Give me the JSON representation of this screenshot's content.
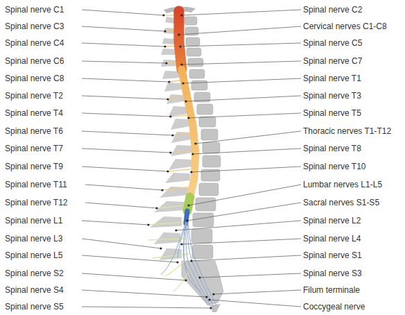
{
  "diagram": {
    "labels": [
      "Spinal nerve C1",
      "Spinal nerve C2",
      "Spinal nerve C3",
      "Cervical nerves C1-C8",
      "Spinal nerve C4",
      "Spinal nerve C5",
      "Spinal nerve C6",
      "Spinal nerve C7",
      "Spinal nerve C8",
      "Spinal nerve T1",
      "Spinal nerve T2",
      "Spinal nerve T3",
      "Spinal nerve T4",
      "Spinal nerve T5",
      "Spinal nerve T6",
      "Thoracic nerves T1-T12",
      "Spinal nerve T7",
      "Spinal nerve T8",
      "Spinal nerve T9",
      "Spinal nerve T10",
      "Spinal nerve T11",
      "Lumbar nerves L1-L5",
      "Spinal nerve T12",
      "Sacral nerves S1-S5",
      "Spinal nerve L1",
      "Spinal nerve L2",
      "Spinal nerve L3",
      "Spinal nerve L4",
      "Spinal nerve L5",
      "Spinal nerve S1",
      "Spinal nerve S2",
      "Spinal nerve S3",
      "Spinal nerve S4",
      "Filum terminale",
      "Spinal nerve S5",
      "Coccygeal nerve"
    ]
  }
}
